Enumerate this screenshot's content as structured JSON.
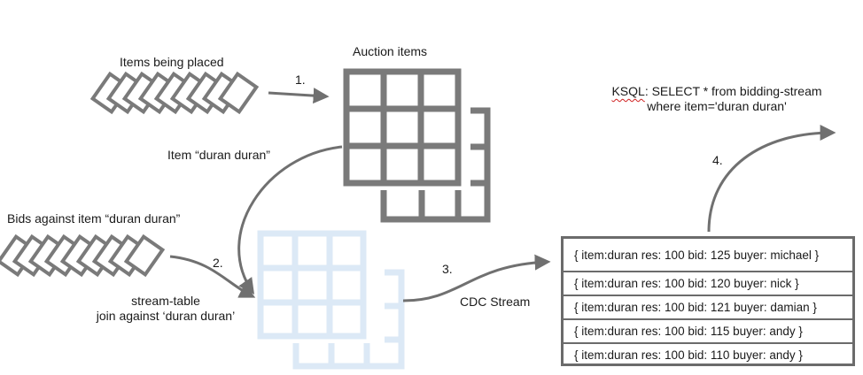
{
  "labels": {
    "items_being_placed": "Items being placed",
    "auction_items": "Auction items",
    "item_duran": "Item “duran duran”",
    "bids_against": "Bids against item “duran duran”",
    "stream_table_line1": "stream-table",
    "stream_table_line2": "join against ‘duran duran’",
    "cdc_stream": "CDC Stream",
    "ksql_keyword": "KSQL",
    "ksql_line1_rest": ": SELECT * from bidding-stream",
    "ksql_line2": "where item='duran duran'"
  },
  "steps": {
    "step1": "1.",
    "step2": "2.",
    "step3": "3.",
    "step4": "4."
  },
  "records": [
    "{ item:duran res: 100 bid: 125 buyer: michael }",
    "{ item:duran res: 100 bid: 120 buyer: nick }",
    "{ item:duran res: 100 bid: 121 buyer: damian }",
    "{ item:duran res: 100 bid: 115 buyer: andy }",
    "{ item:duran res: 100 bid: 110 buyer: andy }"
  ],
  "colors": {
    "gray": "#7a7a7a",
    "light_blue": "#dce9f6",
    "text": "#1a1a1a",
    "spellcheck": "#d02020"
  }
}
